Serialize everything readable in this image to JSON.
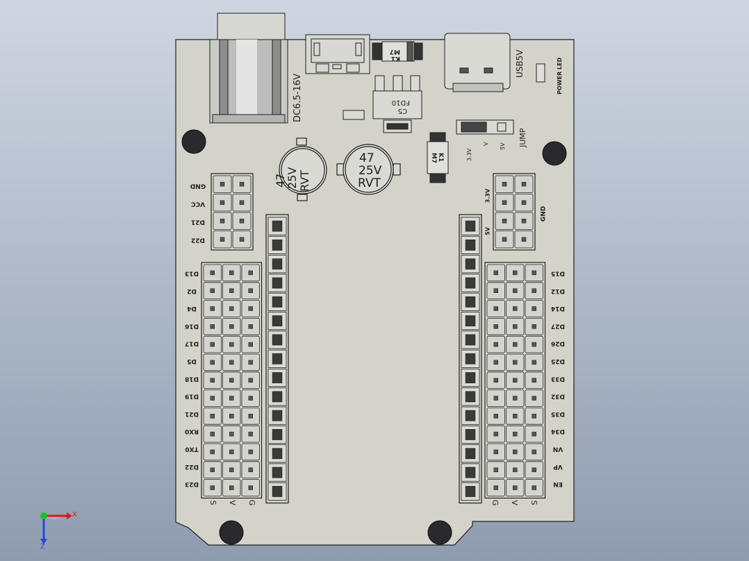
{
  "board": {
    "dc_jack_label": "DC6.5-16V",
    "usb_label": "USB5V",
    "power_led_label": "POWER LED",
    "jump_label": "JUMP",
    "jump_pins": [
      "3.3V",
      "V",
      "5V"
    ],
    "regulator_marking": "FD10",
    "regulator_ref": "C5",
    "diode_marking": "M7",
    "diode_ref": "K1",
    "diode2_marking": "M7",
    "diode2_ref": "K1",
    "cap_left_lines": [
      "47",
      "25V",
      "RVT"
    ],
    "cap_right_lines": [
      "47",
      "25V",
      "RVT"
    ],
    "power_header_labels": [
      "GND",
      "VCC",
      "D21",
      "D22"
    ],
    "right_power_labels": [
      "3.3V",
      "5V"
    ],
    "right_power_gnd": "GND",
    "left_gpio_labels": [
      "D13",
      "D2",
      "D4",
      "D16",
      "D17",
      "D5",
      "D18",
      "D19",
      "D21",
      "RX0",
      "TX0",
      "D22",
      "D23"
    ],
    "right_gpio_labels": [
      "D15",
      "D12",
      "D14",
      "D27",
      "D26",
      "D25",
      "D33",
      "D32",
      "D35",
      "D34",
      "VN",
      "VP",
      "EN"
    ],
    "left_col_labels": [
      "S",
      "V",
      "G"
    ],
    "right_col_labels": [
      "G",
      "V",
      "S"
    ]
  },
  "triad": {
    "x_label": "X",
    "z_label": "Z"
  },
  "colors": {
    "pcb": "#d4d3ca",
    "stroke": "#1e1e1e",
    "x_axis": "#e0161a",
    "y_axis": "#1cbf1c",
    "z_axis": "#2548d6"
  }
}
